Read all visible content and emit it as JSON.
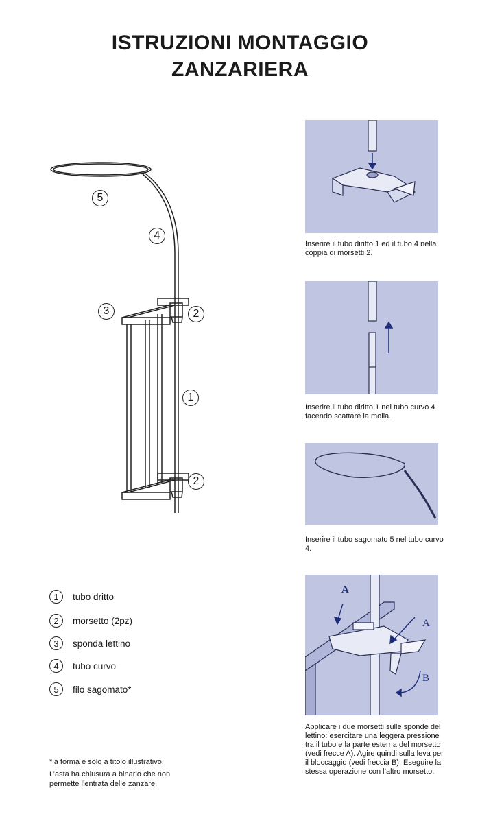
{
  "title": {
    "line1": "ISTRUZIONI MONTAGGIO",
    "line2": "ZANZARIERA"
  },
  "callouts": {
    "c5": "5",
    "c4": "4",
    "c3": "3",
    "c2a": "2",
    "c1": "1",
    "c2b": "2"
  },
  "steps": [
    {
      "caption": "Inserire il tubo diritto 1 ed il tubo 4 nella coppia di morsetti 2."
    },
    {
      "caption": "Inserire il tubo diritto 1 nel tubo curvo 4 facendo scattare la molla."
    },
    {
      "caption": "Inserire il tubo sagomato 5 nel tubo curvo 4."
    },
    {
      "caption": "Applicare i due morsetti sulle sponde del lettino: esercitare una leggera pressione tra il tubo e la parte esterna del morsetto (vedi frecce A). Agire quindi sulla leva per il bloccaggio (vedi freccia B). Eseguire la stessa operazione con l’altro morsetto."
    }
  ],
  "step4_labels": {
    "a_left": "A",
    "a_right": "A",
    "b": "B"
  },
  "legend": [
    {
      "num": "1",
      "label": "tubo dritto"
    },
    {
      "num": "2",
      "label": "morsetto (2pz)"
    },
    {
      "num": "3",
      "label": "sponda lettino"
    },
    {
      "num": "4",
      "label": "tubo curvo"
    },
    {
      "num": "5",
      "label": "filo sagomato*"
    }
  ],
  "note": {
    "line1": "*la forma è solo a titolo illustrativo.",
    "line2": "L’asta ha chiusura a binario che non permette l’entrata delle zanzare."
  },
  "colors": {
    "panel_bg": "#c0c5e2",
    "ink": "#1a1a1a",
    "arrow": "#1e2e7a"
  }
}
